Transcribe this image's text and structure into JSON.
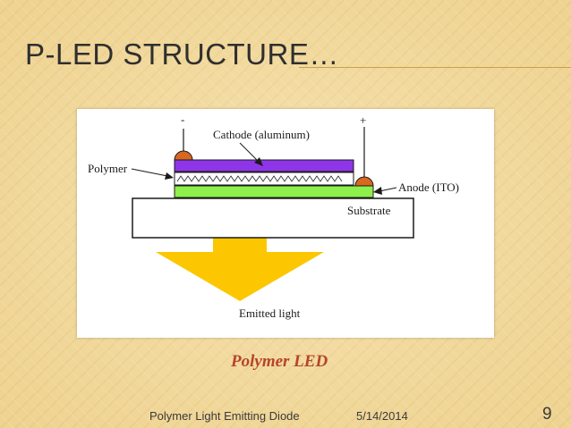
{
  "slide": {
    "title": "P-LED STRUCTURE…",
    "caption": "Polymer LED",
    "footer": {
      "left": "Polymer Light Emitting Diode",
      "date": "5/14/2014",
      "page": "9"
    }
  },
  "diagram": {
    "labels": {
      "minus": "-",
      "plus": "+",
      "cathode": "Cathode (aluminum)",
      "polymer": "Polymer",
      "anode": "Anode (ITO)",
      "substrate": "Substrate",
      "emitted": "Emitted light"
    },
    "colors": {
      "cathode": "#8e35e8",
      "anode": "#8ef04a",
      "contact": "#d8671f",
      "light": "#fcc700",
      "substrate": "#ffffff"
    }
  }
}
